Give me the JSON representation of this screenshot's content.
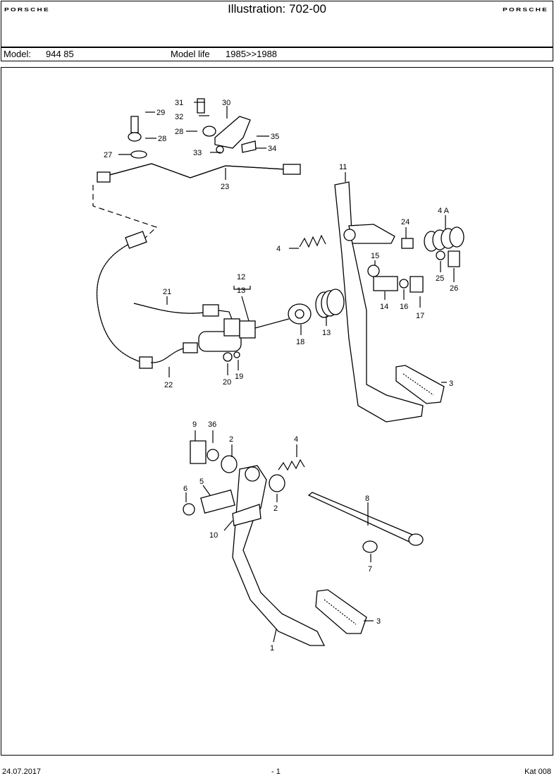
{
  "header": {
    "brand_left": "PORSCHE",
    "title": "Illustration: 702-00",
    "brand_right": "PORSCHE"
  },
  "meta": {
    "model_label": "Model:",
    "model_value": "944 85",
    "life_label": "Model life",
    "life_value": "1985>>1988"
  },
  "callouts": [
    "29",
    "31",
    "30",
    "32",
    "28",
    "28",
    "35",
    "27",
    "33",
    "34",
    "23",
    "11",
    "24",
    "4 A",
    "4",
    "15",
    "25",
    "26",
    "12",
    "13",
    "21",
    "14",
    "16",
    "17",
    "18",
    "13",
    "3",
    "22",
    "20",
    "19",
    "9",
    "36",
    "2",
    "4",
    "6",
    "5",
    "2",
    "8",
    "10",
    "7",
    "3",
    "1"
  ],
  "footer": {
    "date": "24.07.2017",
    "page": "- 1",
    "catalog": "Kat 008"
  }
}
